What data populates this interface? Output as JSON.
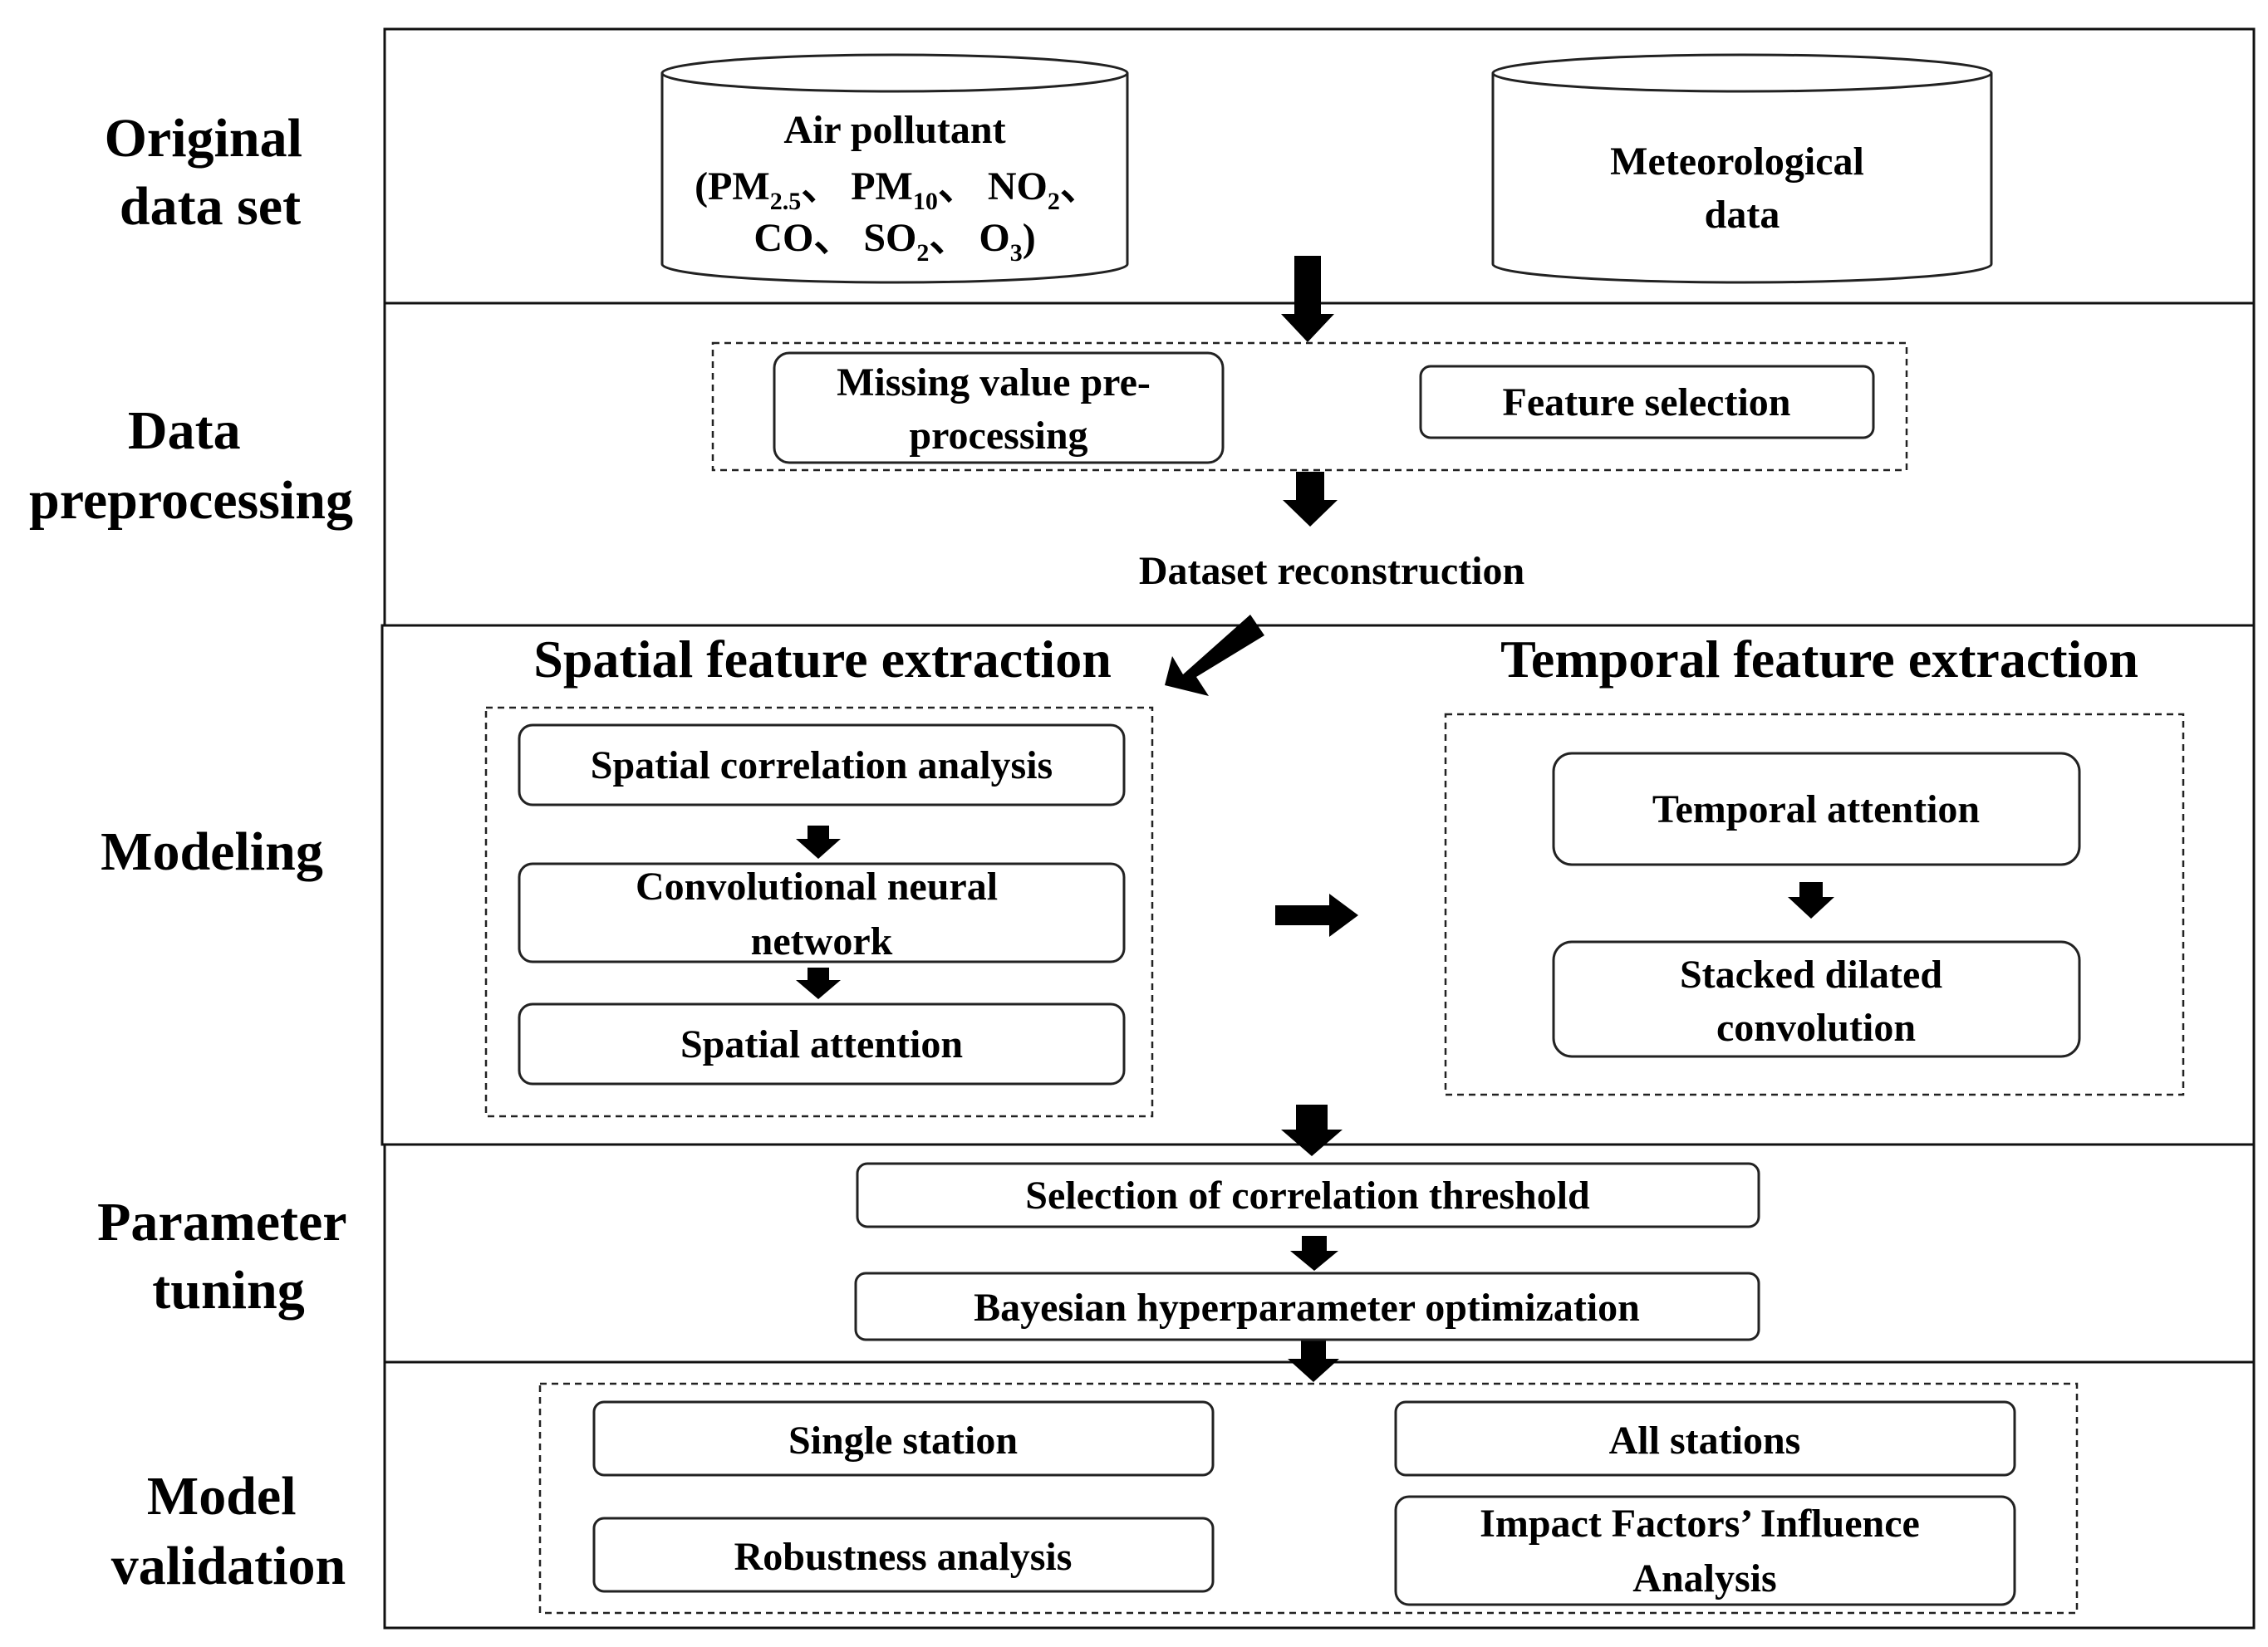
{
  "stages": {
    "original": [
      "Original",
      "data set"
    ],
    "preprocessing": [
      "Data",
      "preprocessing"
    ],
    "modeling": [
      "Modeling"
    ],
    "tuning": [
      "Parameter",
      "tuning"
    ],
    "validation": [
      "Model",
      "validation"
    ]
  },
  "original_data": {
    "air_pollutant": {
      "line1": "Air pollutant",
      "line2": {
        "open": "(PM",
        "sub1": "2.5",
        "sep1": "、 PM",
        "sub2": "10",
        "sep2": "、 NO",
        "sub3": "2",
        "tail": "、"
      },
      "line3": {
        "open": "CO、 SO",
        "sub1": "2",
        "sep1": "、 O",
        "sub2": "3",
        "tail": ")"
      }
    },
    "meteorological": [
      "Meteorological",
      "data"
    ]
  },
  "preprocessing": {
    "missing_value": [
      "Missing value pre-",
      "processing"
    ],
    "feature_selection": "Feature selection",
    "dataset_reconstruction": "Dataset reconstruction"
  },
  "modeling": {
    "spatial_heading": "Spatial feature extraction",
    "temporal_heading": "Temporal feature extraction",
    "spatial_steps": [
      [
        "Spatial correlation analysis"
      ],
      [
        "Convolutional neural",
        "network"
      ],
      [
        "Spatial attention"
      ]
    ],
    "temporal_steps": [
      [
        "Temporal attention"
      ],
      [
        "Stacked dilated",
        "convolution"
      ]
    ]
  },
  "tuning": {
    "threshold": "Selection of correlation threshold",
    "bayesian": "Bayesian hyperparameter optimization"
  },
  "validation": {
    "single_station": "Single station",
    "all_stations": "All stations",
    "robustness": "Robustness analysis",
    "impact_factors": [
      "Impact Factors’  Influence",
      "Analysis"
    ]
  }
}
